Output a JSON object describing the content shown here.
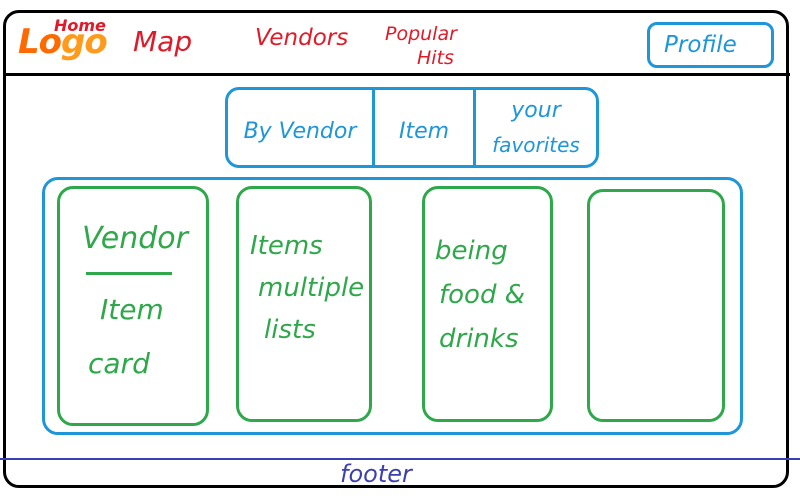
{
  "header": {
    "logo": {
      "part1": "Lo",
      "part2": "go"
    },
    "nav": {
      "home": "Home",
      "map": "Map",
      "vendors": "Vendors",
      "popular_line1": "Popular",
      "popular_line2": "Hits"
    },
    "profile_label": "Profile"
  },
  "tabs": {
    "by_vendor": "By Vendor",
    "item": "Item",
    "favorites_line1": "your",
    "favorites_line2": "favorites"
  },
  "cards": {
    "card1": {
      "heading": "Vendor",
      "line1": "Item",
      "line2": "card"
    },
    "card2": {
      "line1": "Items",
      "line2": "multiple",
      "line3": "lists"
    },
    "card3": {
      "line1": "being",
      "line2": "food &",
      "line3": "drinks"
    }
  },
  "footer": {
    "label": "footer"
  },
  "colors": {
    "frame": "#000000",
    "nav": "#e01a28",
    "logo": "#ff6a00",
    "accent_blue": "#1e96d8",
    "card_green": "#2ea84a",
    "footer": "#3b3fb0"
  }
}
